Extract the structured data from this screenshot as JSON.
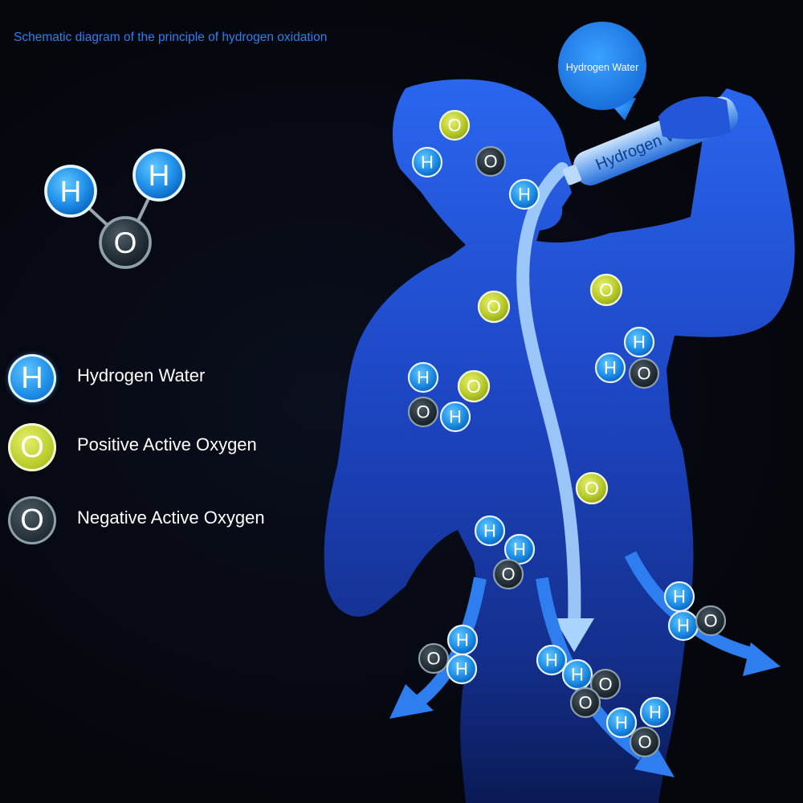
{
  "title": "Schematic diagram of the principle of hydrogen oxidation",
  "speech_bubble": "Hydrogen Water",
  "bottle_label": "Hydrogen Water",
  "atom_letters": {
    "hydrogen": "H",
    "oxygen": "O"
  },
  "legend": [
    {
      "symbol": "H",
      "kind": "hydrogen",
      "label": "Hydrogen Water"
    },
    {
      "symbol": "O",
      "kind": "positive-oxygen",
      "label": "Positive Active Oxygen"
    },
    {
      "symbol": "O",
      "kind": "negative-oxygen",
      "label": "Negative Active Oxygen"
    }
  ],
  "colors": {
    "hydrogen": "#1e8ee8",
    "positive_oxygen": "#b9cc2b",
    "negative_oxygen": "#26323a",
    "silhouette": "#1d45c2",
    "title": "#2e7ff0"
  }
}
